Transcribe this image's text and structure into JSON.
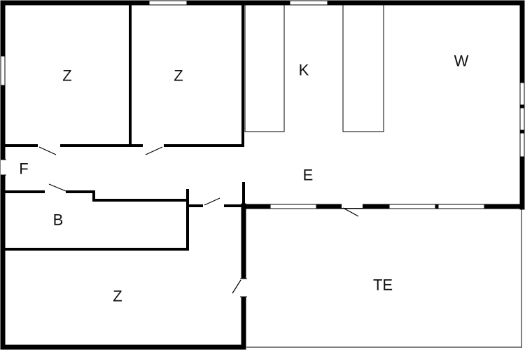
{
  "plan": {
    "colors": {
      "wall": "#000000",
      "background": "#ffffff"
    },
    "rooms": [
      {
        "id": "room-z-top-left",
        "label": "Z"
      },
      {
        "id": "room-z-top-middle",
        "label": "Z"
      },
      {
        "id": "room-k",
        "label": "K"
      },
      {
        "id": "room-w",
        "label": "W"
      },
      {
        "id": "room-f",
        "label": "F"
      },
      {
        "id": "room-e",
        "label": "E"
      },
      {
        "id": "room-b",
        "label": "B"
      },
      {
        "id": "room-z-bottom-left",
        "label": "Z"
      },
      {
        "id": "room-te",
        "label": "TE"
      }
    ]
  }
}
